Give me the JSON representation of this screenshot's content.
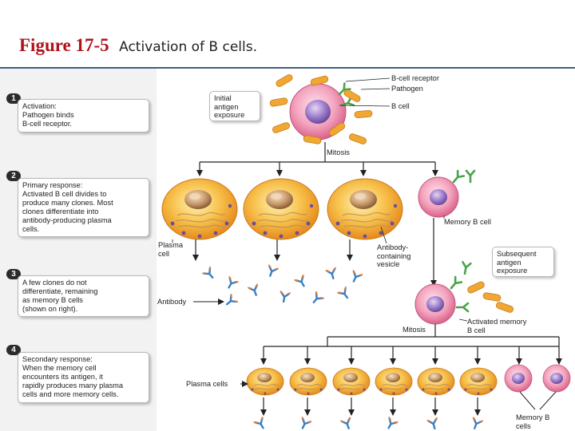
{
  "title": {
    "figure": "Figure 17-5",
    "caption": "Activation of B cells."
  },
  "steps": [
    {
      "number": "1",
      "text": "Activation:\nPathogen binds\nB-cell receptor."
    },
    {
      "number": "2",
      "text": "Primary response:\nActivated B cell divides to\nproduce many clones. Most\nclones differentiate into\nantibody-producing plasma\ncells."
    },
    {
      "number": "3",
      "text": "A few clones do not\ndifferentiate, remaining\nas memory B cells\n(shown on right)."
    },
    {
      "number": "4",
      "text": "Secondary response:\nWhen the memory cell\nencounters its antigen, it\nrapidly produces many plasma\ncells and more memory cells."
    }
  ],
  "labels": {
    "initial_exposure": "Initial\nantigen\nexposure",
    "bcell_receptor": "B-cell receptor",
    "pathogen": "Pathogen",
    "bcell": "B cell",
    "mitosis_top": "Mitosis",
    "memory_bcell": "Memory B cell",
    "plasma_cell": "Plasma\ncell",
    "antibody_vesicle": "Antibody-\ncontaining\nvesicle",
    "subsequent_exposure": "Subsequent\nantigen\nexposure",
    "antibody": "Antibody",
    "mitosis_bottom": "Mitosis",
    "activated_memory": "Activated memory\nB cell",
    "plasma_cells": "Plasma cells",
    "memory_bcells": "Memory B\ncells"
  }
}
